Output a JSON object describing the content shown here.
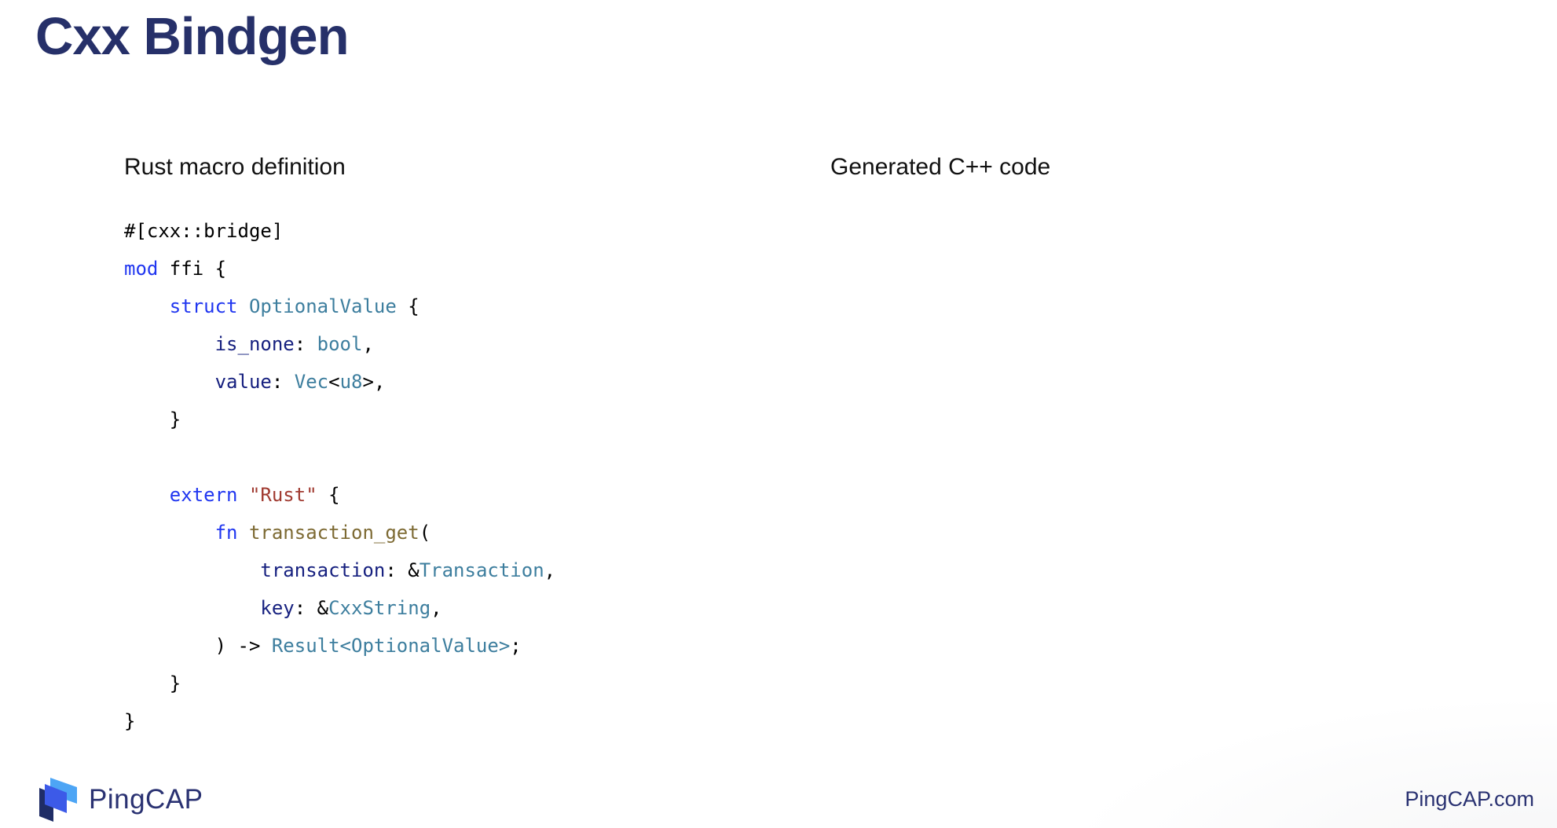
{
  "slide": {
    "title": "Cxx Bindgen",
    "left_header": "Rust macro definition",
    "right_header": "Generated C++ code"
  },
  "code": {
    "language": "rust",
    "lines": [
      [
        [
          "plain",
          "#[cxx::bridge]"
        ]
      ],
      [
        [
          "kw",
          "mod"
        ],
        [
          "plain",
          " ffi {"
        ]
      ],
      [
        [
          "plain",
          "    "
        ],
        [
          "kw",
          "struct"
        ],
        [
          "plain",
          " "
        ],
        [
          "type",
          "OptionalValue"
        ],
        [
          "plain",
          " {"
        ]
      ],
      [
        [
          "plain",
          "        "
        ],
        [
          "field",
          "is_none"
        ],
        [
          "plain",
          ": "
        ],
        [
          "type",
          "bool"
        ],
        [
          "plain",
          ","
        ]
      ],
      [
        [
          "plain",
          "        "
        ],
        [
          "field",
          "value"
        ],
        [
          "plain",
          ": "
        ],
        [
          "type",
          "Vec"
        ],
        [
          "plain",
          "<"
        ],
        [
          "type",
          "u8"
        ],
        [
          "plain",
          ">,"
        ]
      ],
      [
        [
          "plain",
          "    }"
        ]
      ],
      [],
      [
        [
          "plain",
          "    "
        ],
        [
          "kw",
          "extern"
        ],
        [
          "plain",
          " "
        ],
        [
          "str",
          "\"Rust\""
        ],
        [
          "plain",
          " {"
        ]
      ],
      [
        [
          "plain",
          "        "
        ],
        [
          "kw",
          "fn"
        ],
        [
          "plain",
          " "
        ],
        [
          "fn",
          "transaction_get"
        ],
        [
          "plain",
          "("
        ]
      ],
      [
        [
          "plain",
          "            "
        ],
        [
          "field",
          "transaction"
        ],
        [
          "plain",
          ": &"
        ],
        [
          "type",
          "Transaction"
        ],
        [
          "plain",
          ","
        ]
      ],
      [
        [
          "plain",
          "            "
        ],
        [
          "field",
          "key"
        ],
        [
          "plain",
          ": &"
        ],
        [
          "type",
          "CxxString"
        ],
        [
          "plain",
          ","
        ]
      ],
      [
        [
          "plain",
          "        ) -> "
        ],
        [
          "type",
          "Result<OptionalValue>"
        ],
        [
          "plain",
          ";"
        ]
      ],
      [
        [
          "plain",
          "    }"
        ]
      ],
      [
        [
          "plain",
          "}"
        ]
      ]
    ]
  },
  "footer": {
    "logo_text": "PingCAP",
    "site": "PingCAP.com"
  },
  "colors": {
    "title": "#263069",
    "header": "#111111",
    "kw": "#2036F0",
    "type": "#3D7E9E",
    "field": "#16207F",
    "fn": "#7D6A33",
    "str": "#A03A30",
    "plain": "#000000",
    "logo_navy": "#2A3272",
    "logo_royal": "#3C5AE8",
    "logo_light": "#4DA5F5",
    "logo_dark": "#1F2D66"
  }
}
